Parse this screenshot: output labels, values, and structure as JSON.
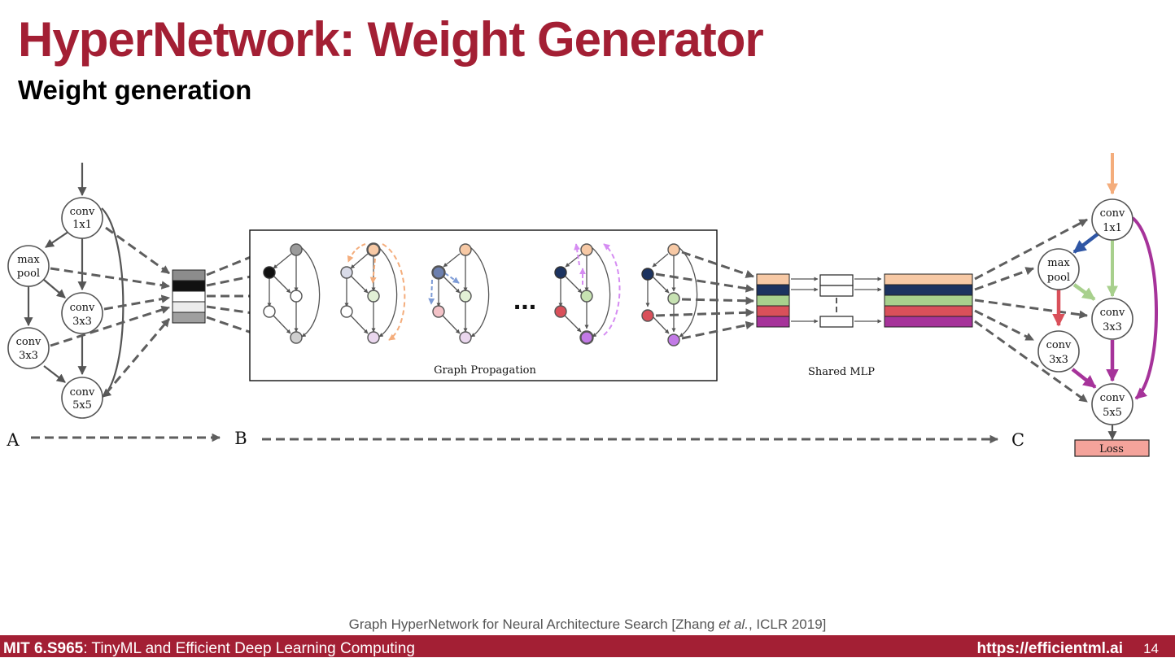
{
  "slide": {
    "title": "HyperNetwork: Weight Generator",
    "subtitle": "Weight generation"
  },
  "diagram": {
    "input_graph": {
      "nodes": [
        {
          "id": "conv1x1",
          "line1": "conv",
          "line2": "1x1"
        },
        {
          "id": "maxpool",
          "line1": "max",
          "line2": "pool"
        },
        {
          "id": "conv3x3_a",
          "line1": "conv",
          "line2": "3x3"
        },
        {
          "id": "conv3x3_b",
          "line1": "conv",
          "line2": "3x3"
        },
        {
          "id": "conv5x5",
          "line1": "conv",
          "line2": "5x5"
        }
      ]
    },
    "output_graph": {
      "nodes": [
        {
          "id": "conv1x1",
          "line1": "conv",
          "line2": "1x1"
        },
        {
          "id": "maxpool",
          "line1": "max",
          "line2": "pool"
        },
        {
          "id": "conv3x3_a",
          "line1": "conv",
          "line2": "3x3"
        },
        {
          "id": "conv3x3_b",
          "line1": "conv",
          "line2": "3x3"
        },
        {
          "id": "conv5x5",
          "line1": "conv",
          "line2": "5x5"
        }
      ],
      "loss_label": "Loss"
    },
    "graph_propagation_label": "Graph Propagation",
    "ellipsis": "...",
    "shared_mlp_label": "Shared MLP",
    "stage_labels": {
      "a": "A",
      "b": "B",
      "c": "C"
    },
    "colors": {
      "peach": "#f7c9a5",
      "navy": "#1c3360",
      "green": "#a8d08d",
      "red": "#d9505a",
      "purple": "#a6339a",
      "orange_arrow": "#f4ad7c",
      "blue_arrow": "#2f56a5",
      "light_green_arrow": "#a8d08d",
      "red_arrow": "#d9505a",
      "magenta_arrow": "#a6339a",
      "loss_fill": "#f4a39b",
      "title_red": "#a31f34"
    }
  },
  "citation": {
    "before": "Graph HyperNetwork for Neural Architecture Search [Zhang ",
    "italic": "et al.",
    "after": ", ICLR 2019]"
  },
  "footer": {
    "course_code": "MIT 6.S965",
    "course_title": ": TinyML and Efficient Deep Learning Computing",
    "url": "https://efficientml.ai",
    "page": "14"
  }
}
